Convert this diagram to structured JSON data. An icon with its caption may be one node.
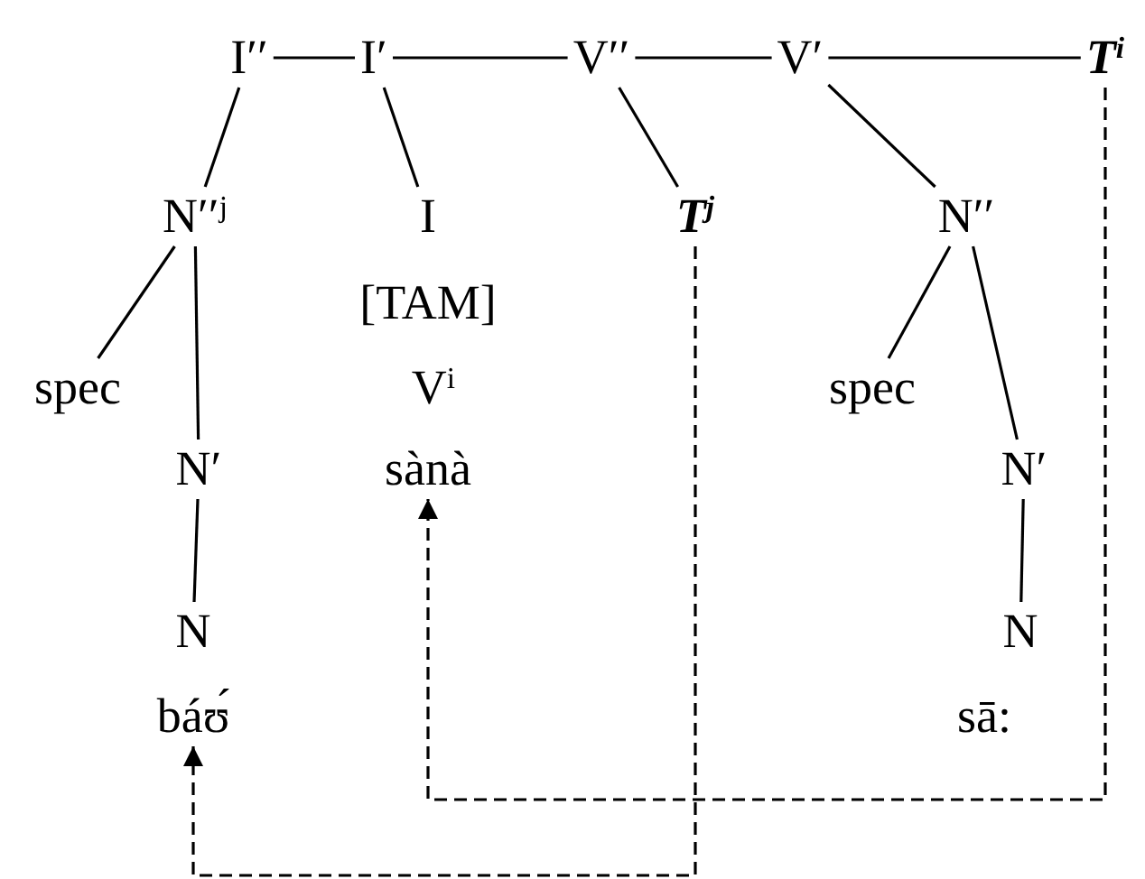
{
  "diagram": {
    "nodes": [
      {
        "text": [
          "I′′"
        ]
      },
      {
        "text": [
          "I′"
        ]
      },
      {
        "text": [
          "V′′"
        ]
      },
      {
        "text": [
          "V′"
        ]
      },
      {
        "text": [
          "T$^{i}$"
        ]
      },
      {
        "text": [
          "N′′$^{j}$"
        ]
      },
      {
        "text": [
          "I"
        ],
        "beside": [
          "[TAM]",
          "V$^{i}$"
        ]
      },
      {
        "text": [
          "T$^{j}$"
        ]
      },
      {
        "text": [
          "N′′"
        ]
      },
      {
        "text": [
          "spec"
        ]
      },
      {
        "text": [
          "spec"
        ]
      },
      {
        "text": [
          "N′"
        ]
      },
      {
        "text": [
          "sànà"
        ]
      },
      {
        "text": [
          "N′"
        ]
      },
      {
        "text": [
          "N"
        ]
      },
      {
        "text": [
          "N"
        ],
        "beside": [
          "sā:"
        ]
      },
      {
        "text": [
          "báʊ́"
        ]
      }
    ],
    "edges": [
      {
        "from": 0,
        "to": 1,
        "arrow": "none"
      },
      {
        "from": 0,
        "to": 5,
        "arrow": "none"
      },
      {
        "from": 1,
        "to": 2,
        "arrow": "none"
      },
      {
        "from": 1,
        "to": 6,
        "arrow": "none"
      },
      {
        "from": 2,
        "to": 3,
        "arrow": "none"
      },
      {
        "from": 2,
        "to": 7,
        "arrow": "none"
      },
      {
        "from": 3,
        "to": 4,
        "arrow": "none"
      },
      {
        "from": 3,
        "to": 8,
        "arrow": "none"
      },
      {
        "from": 5,
        "to": 9,
        "arrow": "none"
      },
      {
        "from": 5,
        "to": 11,
        "arrow": "none"
      },
      {
        "from": 11,
        "to": 14,
        "arrow": "none"
      },
      {
        "from": 8,
        "to": 10,
        "arrow": "none"
      },
      {
        "from": 8,
        "to": 13,
        "arrow": "none"
      },
      {
        "from": 13,
        "to": 15,
        "arrow": "none"
      },
      {
        "from": 4,
        "to": 12,
        "arrow": "to",
        "style": "dashed"
      },
      {
        "from": 7,
        "to": 16,
        "arrow": "to",
        "style": "dashed"
      }
    ]
  }
}
